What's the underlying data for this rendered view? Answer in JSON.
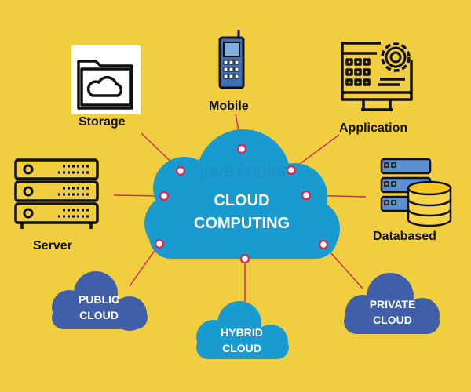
{
  "center": {
    "line1": "CLOUD",
    "line2": "COMPUTING"
  },
  "watermark": "javaTpoint",
  "items": {
    "storage": "Storage",
    "mobile": "Mobile",
    "application": "Application",
    "server": "Server",
    "database": "Databased"
  },
  "clouds": {
    "public": {
      "line1": "PUBLIC",
      "line2": "CLOUD"
    },
    "hybrid": {
      "line1": "HYBRID",
      "line2": "CLOUD"
    },
    "private": {
      "line1": "PRIVATE",
      "line2": "CLOUD"
    }
  },
  "colors": {
    "background": "#F1CD40",
    "main_cloud": "#1A9BD0",
    "small_cloud": "#3F5FA8",
    "connector": "#C8325A"
  }
}
